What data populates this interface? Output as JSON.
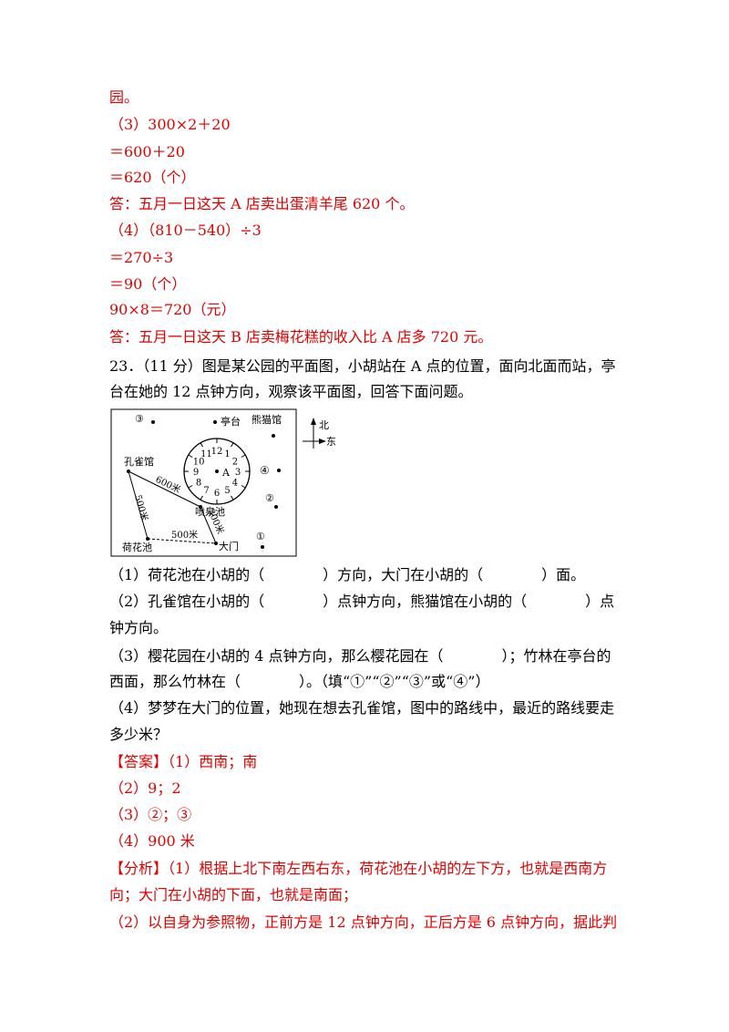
{
  "lines_top": [
    {
      "text": "园。",
      "color": "red"
    },
    {
      "text": "（3）300×2＋20",
      "color": "red"
    },
    {
      "text": "＝600＋20",
      "color": "red"
    },
    {
      "text": "＝620（个）",
      "color": "red"
    },
    {
      "text": "答：五月一日这天 A 店卖出蛋清羊尾 620 个。",
      "color": "red"
    },
    {
      "text": "（4）（810－540）÷3",
      "color": "red"
    },
    {
      "text": "＝270÷3",
      "color": "red"
    },
    {
      "text": "＝90（个）",
      "color": "red"
    },
    {
      "text": "90×8＝720（元）",
      "color": "red"
    },
    {
      "text": "答：五月一日这天 B 店卖梅花糕的收入比 A 店多 720 元。",
      "color": "red"
    },
    {
      "text": "23．（11 分）图是某公园的平面图，小胡站在 A 点的位置，面向北面而站，亭",
      "color": "black"
    },
    {
      "text": "台在她的 12 点钟方向，观察该平面图，回答下面问题。",
      "color": "black"
    }
  ],
  "figure": {
    "labels": {
      "tingtai": "亭台",
      "xiongmao": "熊猫馆",
      "kongque": "孔雀馆",
      "penquan": "喷泉池",
      "hehua": "荷花池",
      "damen": "大门",
      "a_point": "A",
      "d600": "600米",
      "d500a": "500米",
      "d500b": "500米",
      "d300": "300米",
      "c1": "①",
      "c2": "②",
      "c3": "③",
      "c4": "④",
      "north": "北",
      "east": "东"
    },
    "clock_numbers": [
      "12",
      "1",
      "2",
      "3",
      "4",
      "5",
      "6",
      "7",
      "8",
      "9",
      "10",
      "11"
    ]
  },
  "lines_bottom": [
    {
      "text": "（1）荷花池在小胡的（　　　　）方向，大门在小胡的（　　　　）面。",
      "color": "black"
    },
    {
      "text": "（2）孔雀馆在小胡的（　　　　）点钟方向，熊猫馆在小胡的（　　　　）点",
      "color": "black"
    },
    {
      "text": "钟方向。",
      "color": "black"
    },
    {
      "text": "（3）樱花园在小胡的 4 点钟方向，那么樱花园在（　　　　）；竹林在亭台的",
      "color": "black"
    },
    {
      "text": "西面，那么竹林在（　　　　）。（填“①”“②”“③”或“④”）",
      "color": "black"
    },
    {
      "text": "（4）梦梦在大门的位置，她现在想去孔雀馆，图中的路线中，最近的路线要走",
      "color": "black"
    },
    {
      "text": "多少米？",
      "color": "black"
    }
  ],
  "answer": {
    "tag": "【答案】",
    "line1": "（1）西南；南",
    "line2": "（2）9；2",
    "line3": "（3）②；③",
    "line4": "（4）900 米"
  },
  "analysis": {
    "tag": "【分析】",
    "line1": "（1）根据上北下南左西右东，荷花池在小胡的左下方，也就是西南方",
    "line2": "向；大门在小胡的下面，也就是南面；",
    "line3": "（2）以自身为参照物，正前方是 12 点钟方向，正后方是 6 点钟方向，据此判"
  }
}
